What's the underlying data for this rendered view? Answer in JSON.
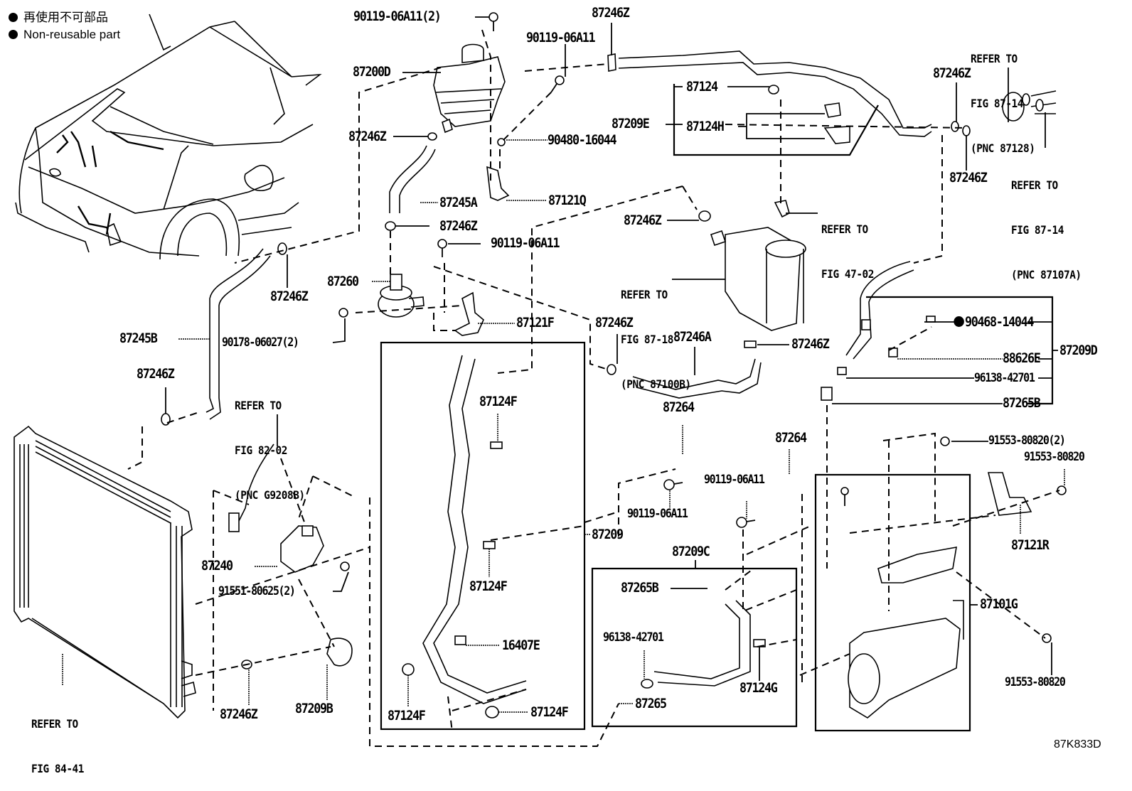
{
  "legend": {
    "items": [
      {
        "icon": "filled-circle-icon",
        "text": "再使用不可部品"
      },
      {
        "icon": "filled-circle-icon",
        "text": "Non-reusable part"
      }
    ]
  },
  "figure_id": "87K833D",
  "callouts": [
    {
      "id": "c01",
      "text": "90119-06A11(2)"
    },
    {
      "id": "c02",
      "text": "87246Z"
    },
    {
      "id": "c03",
      "text": "90119-06A11"
    },
    {
      "id": "c04",
      "text": "87200D"
    },
    {
      "id": "c05",
      "text": "87124"
    },
    {
      "id": "c06",
      "text": "87209E"
    },
    {
      "id": "c07",
      "text": "87124H"
    },
    {
      "id": "c08",
      "text": "87246Z"
    },
    {
      "id": "c09",
      "text": "90480-16044"
    },
    {
      "id": "c10",
      "text": "87246Z"
    },
    {
      "id": "c11",
      "text": "87246Z"
    },
    {
      "id": "c12",
      "text": "87245A"
    },
    {
      "id": "c13",
      "text": "87121Q"
    },
    {
      "id": "c14",
      "text": "87246Z"
    },
    {
      "id": "c15",
      "text": "87246Z"
    },
    {
      "id": "c16",
      "text": "90119-06A11"
    },
    {
      "id": "c17",
      "text": "87260"
    },
    {
      "id": "c18",
      "text": "87246Z"
    },
    {
      "id": "c19",
      "text": "90178-06027(2)"
    },
    {
      "id": "c20",
      "text": "87121F"
    },
    {
      "id": "c21",
      "text": "87246Z"
    },
    {
      "id": "c22",
      "text": "87246A"
    },
    {
      "id": "c23",
      "text": "87246Z"
    },
    {
      "id": "c24",
      "text": "90468-14044",
      "non_reusable": true
    },
    {
      "id": "c25",
      "text": "87209D"
    },
    {
      "id": "c26",
      "text": "88626E"
    },
    {
      "id": "c27",
      "text": "96138-42701"
    },
    {
      "id": "c28",
      "text": "87265B"
    },
    {
      "id": "c29",
      "text": "87245B"
    },
    {
      "id": "c30",
      "text": "87246Z"
    },
    {
      "id": "c31",
      "text": "87124F"
    },
    {
      "id": "c32",
      "text": "87264"
    },
    {
      "id": "c33",
      "text": "87264"
    },
    {
      "id": "c34",
      "text": "91553-80820(2)"
    },
    {
      "id": "c35",
      "text": "91553-80820"
    },
    {
      "id": "c36",
      "text": "90119-06A11"
    },
    {
      "id": "c37",
      "text": "90119-06A11"
    },
    {
      "id": "c38",
      "text": "87209"
    },
    {
      "id": "c39",
      "text": "87121R"
    },
    {
      "id": "c40",
      "text": "87240"
    },
    {
      "id": "c41",
      "text": "87209C"
    },
    {
      "id": "c42",
      "text": "87265B"
    },
    {
      "id": "c43",
      "text": "87124F"
    },
    {
      "id": "c44",
      "text": "91551-80625(2)"
    },
    {
      "id": "c45",
      "text": "87101G"
    },
    {
      "id": "c46",
      "text": "16407E"
    },
    {
      "id": "c47",
      "text": "96138-42701"
    },
    {
      "id": "c48",
      "text": "91553-80820"
    },
    {
      "id": "c49",
      "text": "87124G"
    },
    {
      "id": "c50",
      "text": "87265"
    },
    {
      "id": "c51",
      "text": "87246Z"
    },
    {
      "id": "c52",
      "text": "87209B"
    },
    {
      "id": "c53",
      "text": "87124F"
    },
    {
      "id": "c54",
      "text": "87124F"
    }
  ],
  "references": [
    {
      "id": "r1",
      "lines": [
        "REFER TO",
        "FIG 87-14",
        "(PNC 87128)"
      ]
    },
    {
      "id": "r2",
      "lines": [
        "REFER TO",
        "FIG 87-14",
        "(PNC 87107A)"
      ]
    },
    {
      "id": "r3",
      "lines": [
        "REFER TO",
        "FIG 47-02"
      ]
    },
    {
      "id": "r4",
      "lines": [
        "REFER TO",
        "FIG 87-18",
        "(PNC 87100B)"
      ]
    },
    {
      "id": "r5",
      "lines": [
        "REFER TO",
        "FIG 82-02",
        "(PNC G9208B)"
      ]
    },
    {
      "id": "r6",
      "lines": [
        "REFER TO",
        "FIG 84-41"
      ]
    }
  ]
}
